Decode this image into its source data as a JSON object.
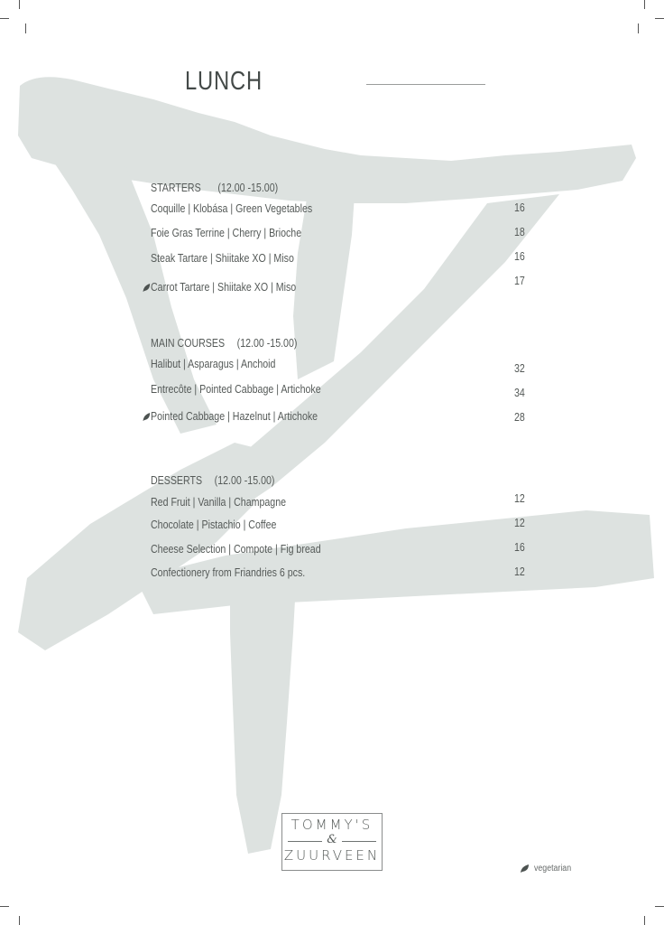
{
  "menu": {
    "title": "LUNCH",
    "sections": [
      {
        "name": "STARTERS",
        "hours": "(12.00 -15.00)",
        "items": [
          {
            "name": "Coquille | Klobása | Green Vegetables",
            "price": "16",
            "vegetarian": false
          },
          {
            "name": "Foie Gras Terrine | Cherry | Brioche",
            "price": "18",
            "vegetarian": false
          },
          {
            "name": "Steak Tartare | Shiitake XO | Miso",
            "price": "16",
            "vegetarian": false
          },
          {
            "name": "Carrot Tartare | Shiitake XO | Miso",
            "price": "17",
            "vegetarian": true
          }
        ]
      },
      {
        "name": "MAIN COURSES",
        "hours": "(12.00 -15.00)",
        "items": [
          {
            "name": "Halibut | Asparagus | Anchoid",
            "price": "32",
            "vegetarian": false
          },
          {
            "name": "Entrecôte | Pointed Cabbage  | Artichoke",
            "price": "34",
            "vegetarian": false
          },
          {
            "name": "Pointed Cabbage | Hazelnut | Artichoke",
            "price": "28",
            "vegetarian": true
          }
        ]
      },
      {
        "name": "DESSERTS",
        "hours": "(12.00 -15.00)",
        "items": [
          {
            "name": "Red Fruit | Vanilla | Champagne",
            "price": "12",
            "vegetarian": false
          },
          {
            "name": "Chocolate | Pistachio | Coffee",
            "price": "12",
            "vegetarian": false
          },
          {
            "name": "Cheese Selection | Compote | Fig bread",
            "price": "16",
            "vegetarian": false
          },
          {
            "name": "Confectionery from Friandries 6 pcs.",
            "price": "12",
            "vegetarian": false
          }
        ]
      }
    ]
  },
  "logo": {
    "line1": "TOMMY'S",
    "ampersand": "&",
    "line2": "ZUURVEEN"
  },
  "legend": {
    "icon": "leaf-icon",
    "label": "vegetarian"
  },
  "colors": {
    "brush": "#dde2e0",
    "text": "#555a58",
    "title": "#444a48",
    "leaf": "#4d5351"
  }
}
